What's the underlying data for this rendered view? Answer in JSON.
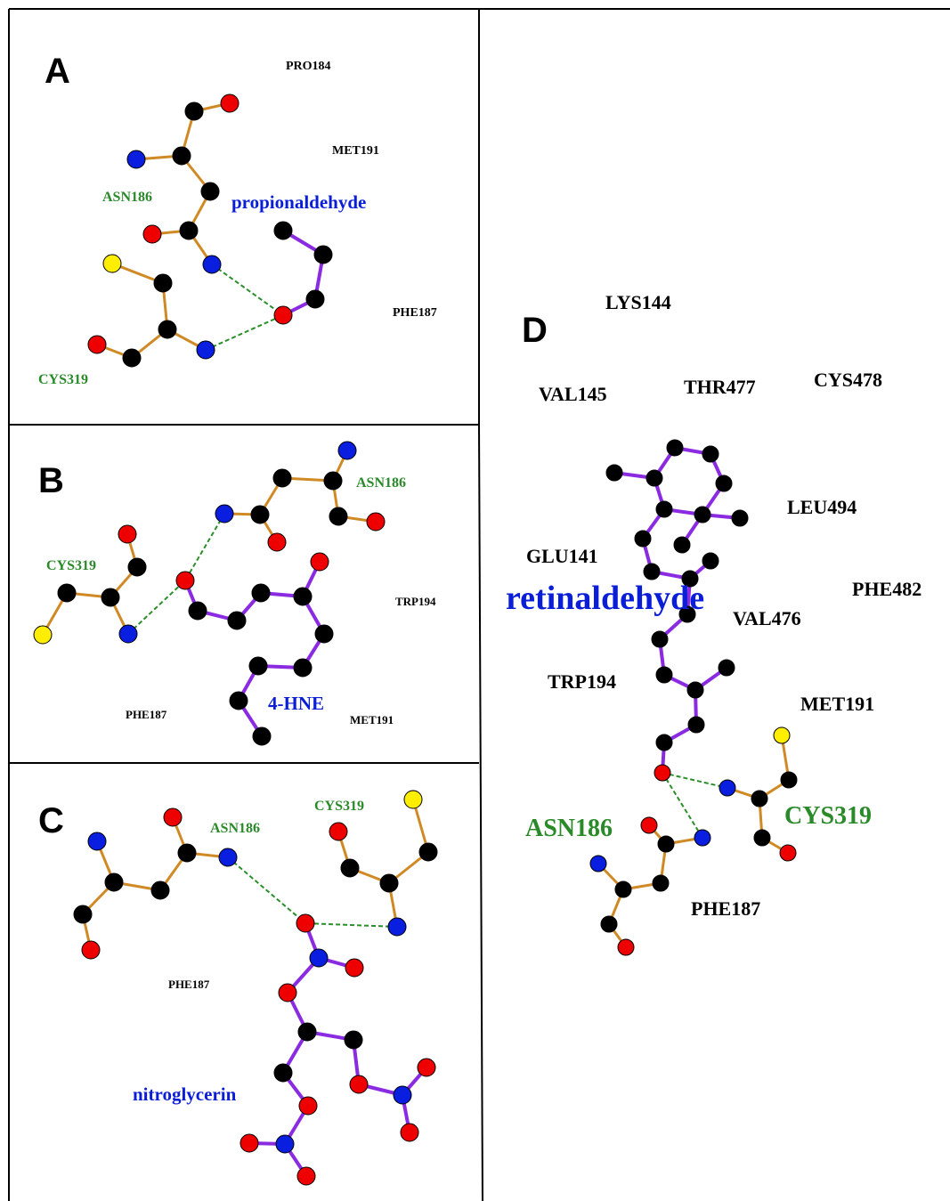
{
  "colors": {
    "protein_bond": "#d08a25",
    "ligand_bond": "#8a2be2",
    "hbond": "#2a8f2a",
    "residue_text": "#000000",
    "catalytic_residue_text": "#2a8a2a",
    "ligand_text": "#0a1ed8",
    "atom_carbon": "#000000",
    "atom_nitrogen": "#0a1ee0",
    "atom_oxygen": "#ee0000",
    "atom_sulfur": "#ffee00"
  },
  "panels": [
    {
      "id": "A",
      "label": "A",
      "ligand": "propionaldehyde",
      "residues": [
        "PRO184",
        "MET191",
        "ASN186",
        "PHE187",
        "CYS319"
      ],
      "key_residues": [
        "ASN186",
        "CYS319"
      ]
    },
    {
      "id": "B",
      "label": "B",
      "ligand": "4-HNE",
      "residues": [
        "ASN186",
        "CYS319",
        "TRP194",
        "PHE187",
        "MET191"
      ],
      "key_residues": [
        "ASN186",
        "CYS319"
      ]
    },
    {
      "id": "C",
      "label": "C",
      "ligand": "nitroglycerin",
      "residues": [
        "ASN186",
        "CYS319",
        "PHE187"
      ],
      "key_residues": [
        "ASN186",
        "CYS319"
      ]
    },
    {
      "id": "D",
      "label": "D",
      "ligand": "retinaldehyde",
      "residues": [
        "LYS144",
        "VAL145",
        "THR477",
        "CYS478",
        "LEU494",
        "GLU141",
        "PHE482",
        "VAL476",
        "TRP194",
        "MET191",
        "ASN186",
        "CYS319",
        "PHE187"
      ],
      "key_residues": [
        "ASN186",
        "CYS319"
      ]
    }
  ]
}
